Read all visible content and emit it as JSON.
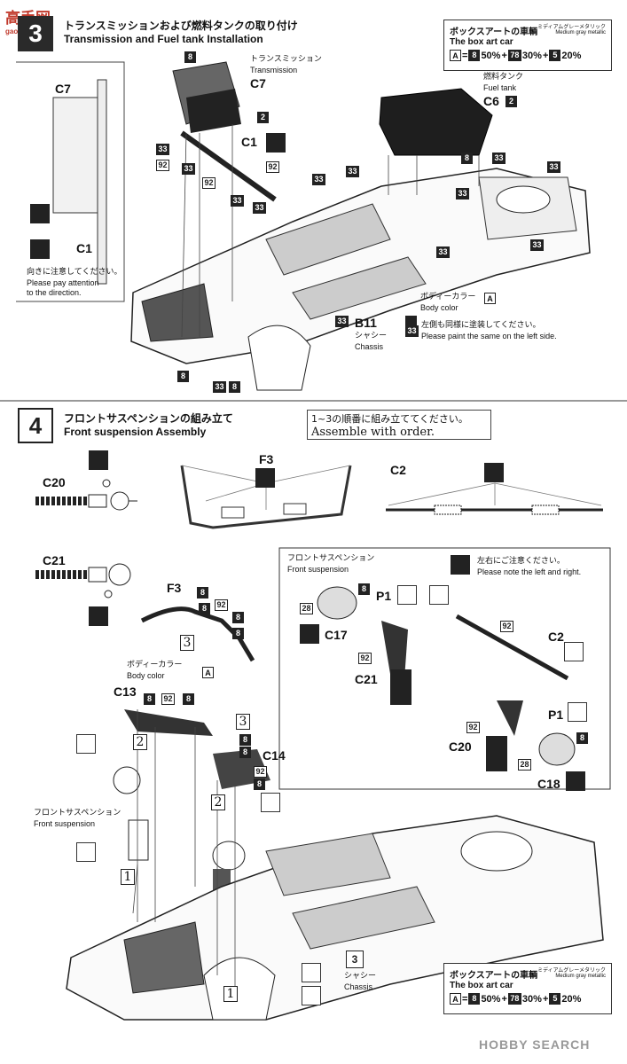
{
  "watermark_top": {
    "logo": "高手网",
    "url": "gaoshou.com"
  },
  "step3": {
    "number": "3",
    "title_jp": "トランスミッションおよび燃料タンクの取り付け",
    "title_en": "Transmission and Fuel tank Installation",
    "transmission_jp": "トランスミッション",
    "transmission_en": "Transmission",
    "fuel_tank_jp": "燃料タンク",
    "fuel_tank_en": "Fuel tank",
    "direction_jp": "向きに注意してください。",
    "direction_en1": "Please pay attention",
    "direction_en2": "to the direction.",
    "body_color_jp": "ボディーカラー",
    "body_color_en": "Body color",
    "body_color_code": "A",
    "chassis_jp": "シャシー",
    "chassis_en": "Chassis",
    "left_side_jp": "左側も同様に塗装してください。",
    "left_side_en": "Please paint the same on the left side.",
    "parts": {
      "c7_a": "C7",
      "c7_b": "C7",
      "c1_a": "C1",
      "c1_b": "C1",
      "c6": "C6",
      "b11": "B11"
    },
    "codes": {
      "p8": "8",
      "p2": "2",
      "p33": "33",
      "p92": "92"
    }
  },
  "boxart_top": {
    "title_jp": "ボックスアートの車輌",
    "title_en": "The box art car",
    "note_jp": "ミディアムグレーメタリック",
    "note_en": "Medium gray metallic",
    "formula": {
      "a": "A",
      "eq": "=",
      "c8": "8",
      "p1": "50%",
      "plus1": "+",
      "c78": "78",
      "p2": "30%",
      "plus2": "+",
      "c5": "5",
      "p3": "20%"
    }
  },
  "step4": {
    "number": "4",
    "title_jp": "フロントサスペンションの組み立て",
    "title_en": "Front suspension Assembly",
    "note_jp": "1~3の順番に組み立ててください。",
    "note_en": "Assemble with order.",
    "parts": {
      "c20": "C20",
      "f3": "F3",
      "c2": "C2",
      "c21": "C21",
      "f3b": "F3",
      "c13": "C13",
      "c14": "C14",
      "c17": "C17",
      "c18": "C18",
      "p1a": "P1",
      "p1b": "P1",
      "c21b": "C21",
      "c20b": "C20",
      "c2b": "C2"
    },
    "body_color_jp": "ボディーカラー",
    "body_color_en": "Body color",
    "front_susp_jp": "フロントサスペンション",
    "front_susp_en": "Front suspension",
    "inset_title_jp": "フロントサスペンション",
    "inset_title_en": "Front suspension",
    "lr_note_jp": "左右にご注意ください。",
    "lr_note_en": "Please note the left and right.",
    "chassis_jp": "シャシー",
    "chassis_en": "Chassis",
    "chassis_code": "3",
    "order_nums": {
      "one": "1",
      "two": "2",
      "three": "3"
    },
    "codes": {
      "a": "A",
      "p8": "8",
      "p92": "92",
      "p28": "28"
    }
  },
  "boxart_bottom": {
    "title_jp": "ボックスアートの車輌",
    "title_en": "The box art car",
    "note_jp": "ミディアムグレーメタリック",
    "note_en": "Medium gray metallic",
    "formula": {
      "a": "A",
      "eq": "=",
      "c8": "8",
      "p1": "50%",
      "plus1": "+",
      "c78": "78",
      "p2": "30%",
      "plus2": "+",
      "c5": "5",
      "p3": "20%"
    }
  },
  "watermark_bottom": {
    "text": "HOBBY SEARCH"
  }
}
